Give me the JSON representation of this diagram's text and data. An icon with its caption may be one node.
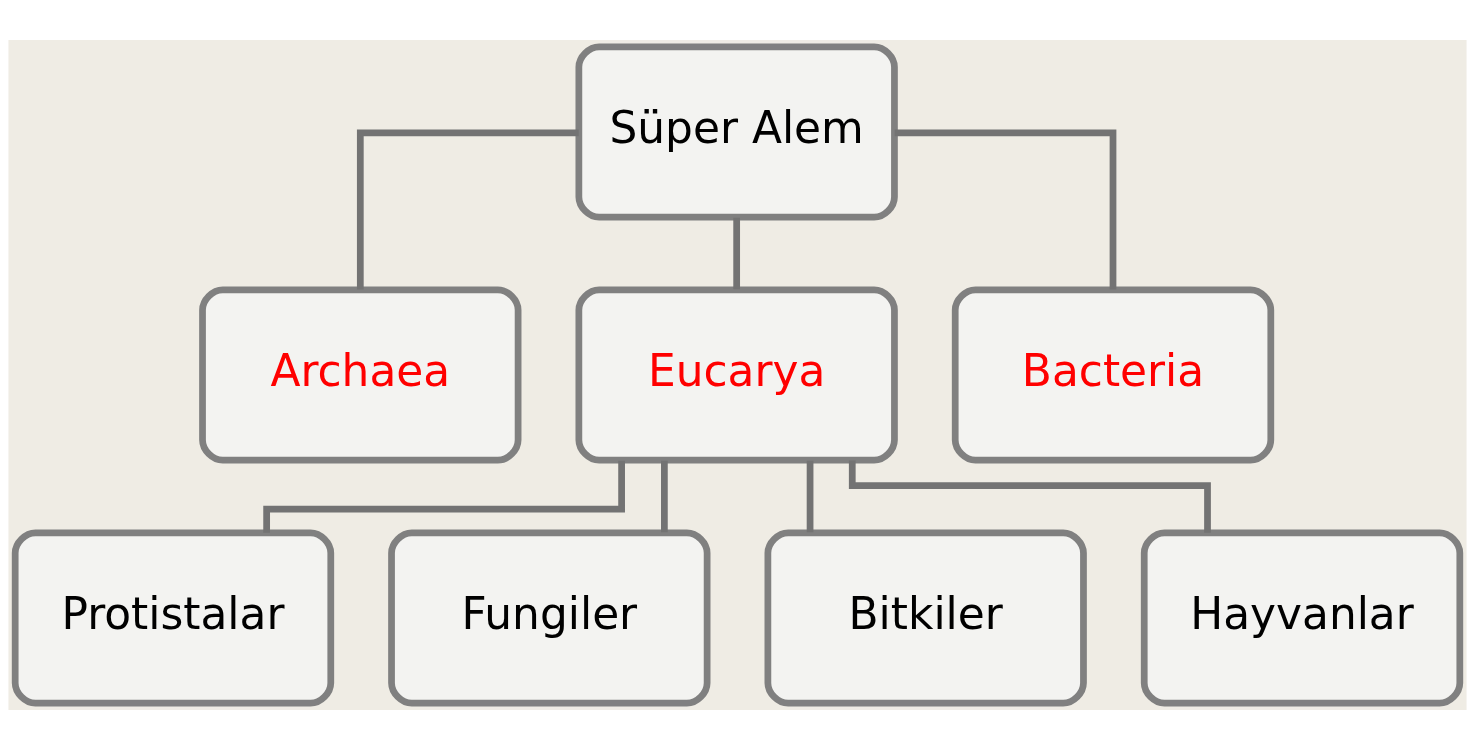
{
  "diagram": {
    "nodes": [
      {
        "text": [
          "Süper Alem"
        ]
      },
      {
        "text": [
          "Archaea"
        ]
      },
      {
        "text": [
          "Eucarya"
        ]
      },
      {
        "text": [
          "Bacteria"
        ]
      },
      {
        "text": [
          "Protistalar"
        ]
      },
      {
        "text": [
          "Fungiler"
        ]
      },
      {
        "text": [
          "Bitkiler"
        ]
      },
      {
        "text": [
          "Hayvanlar"
        ]
      }
    ],
    "edges": [
      {
        "from": 0,
        "to": 1,
        "arrow": "none"
      },
      {
        "from": 0,
        "to": 2,
        "arrow": "none"
      },
      {
        "from": 0,
        "to": 3,
        "arrow": "none"
      },
      {
        "from": 2,
        "to": 4,
        "arrow": "none"
      },
      {
        "from": 2,
        "to": 5,
        "arrow": "none"
      },
      {
        "from": 2,
        "to": 6,
        "arrow": "none"
      },
      {
        "from": 2,
        "to": 7,
        "arrow": "none"
      }
    ]
  }
}
